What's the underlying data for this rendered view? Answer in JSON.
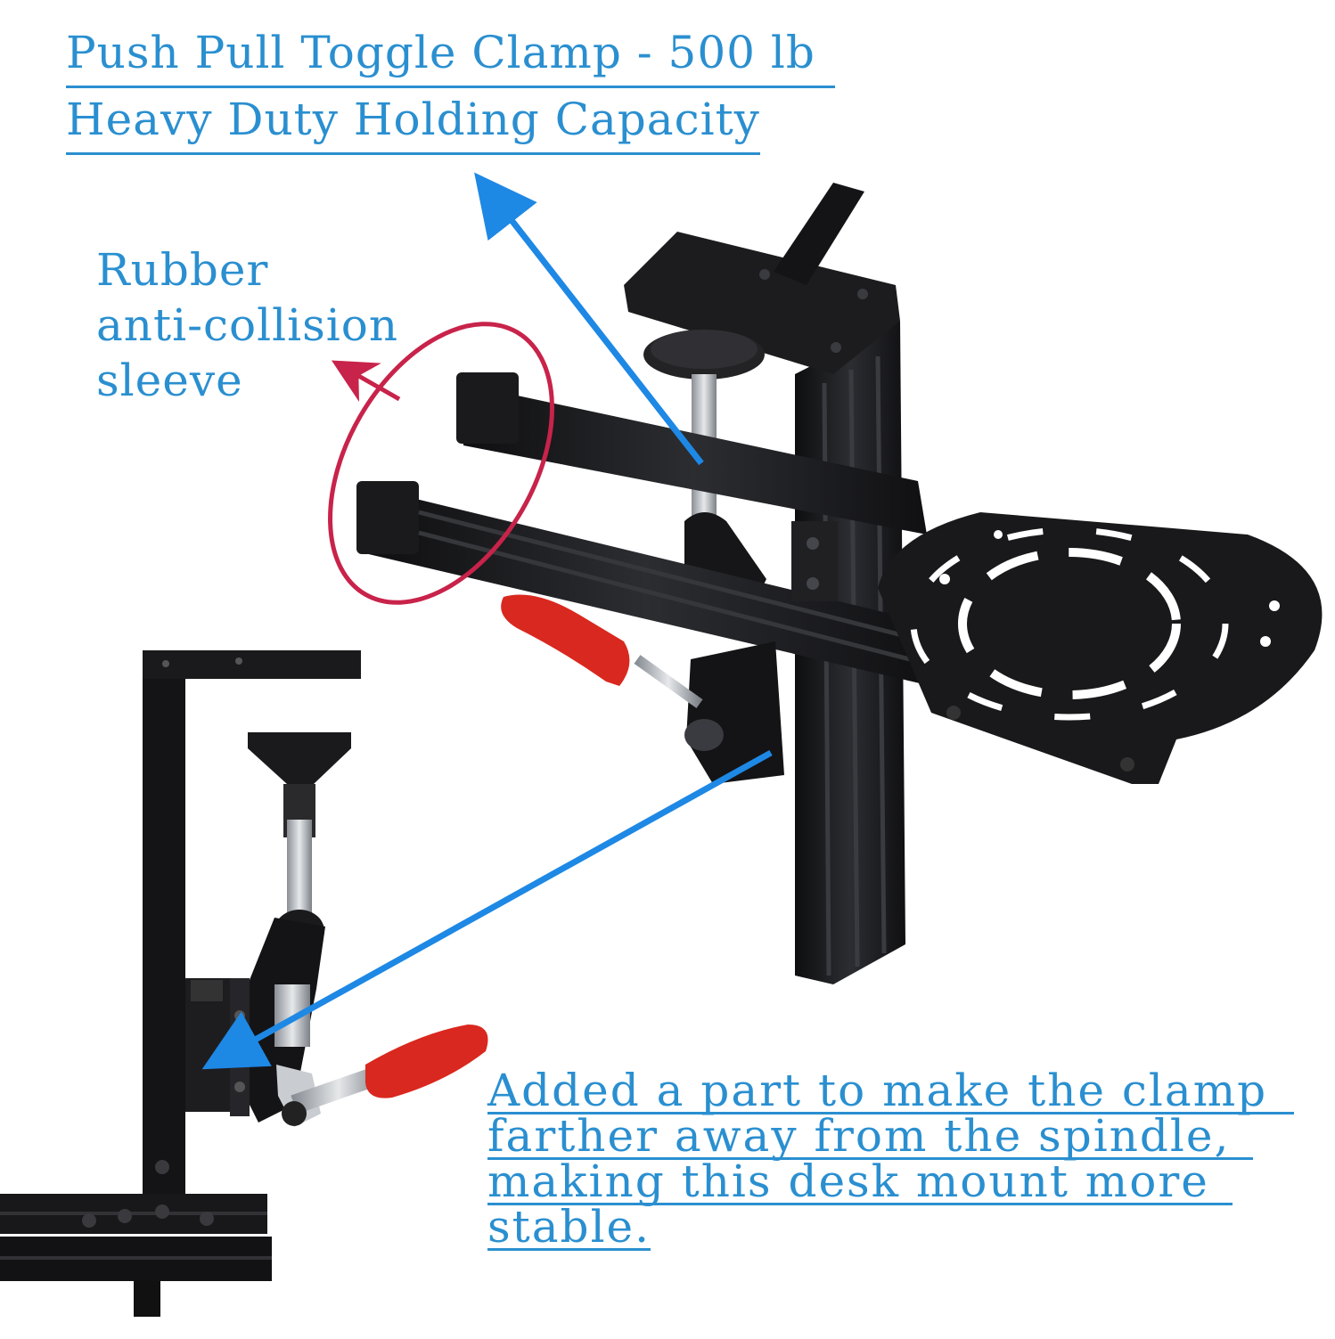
{
  "captions": {
    "clamp_capacity": {
      "line1": "Push Pull Toggle Clamp - 500 lb",
      "line2": "Heavy Duty Holding Capacity"
    },
    "rubber_sleeve": {
      "line1": "Rubber",
      "line2": "anti-collision",
      "line3": "sleeve"
    },
    "added_part": {
      "line1": "Added a part to make the clamp",
      "line2": "farther away from the spindle,",
      "line3": "making this desk mount more",
      "line4": "stable."
    }
  },
  "colors": {
    "caption_blue": "#2a8fd0",
    "arrow_blue": "#1e88e5",
    "ring_red": "#c8234a",
    "handle_red": "#d9281f",
    "metal_black": "#1c1c1e",
    "background": "#ffffff"
  }
}
